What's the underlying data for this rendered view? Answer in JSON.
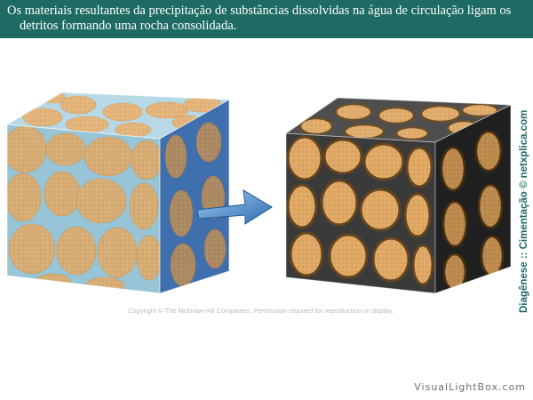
{
  "caption": {
    "line1": "Os materiais resultantes da precipitação de substâncias dissolvidas na água de circulação ligam os",
    "line2": "detritos formando uma rocha consolidada."
  },
  "copyright": "Copyright © The McGraw-Hill Companies. Permission required for reproduction or display.",
  "side_caption": "Diagênese :: Cimentação © netxplica.com",
  "watermark": "VisualLightBox.com",
  "colors": {
    "banner": "#1d6b63",
    "grain": "#dda35b",
    "pore_water": "#8fbfd2",
    "cement": "#2e2e2e",
    "arrow": "#3e7fc2",
    "side_caption": "#1d6b63"
  }
}
